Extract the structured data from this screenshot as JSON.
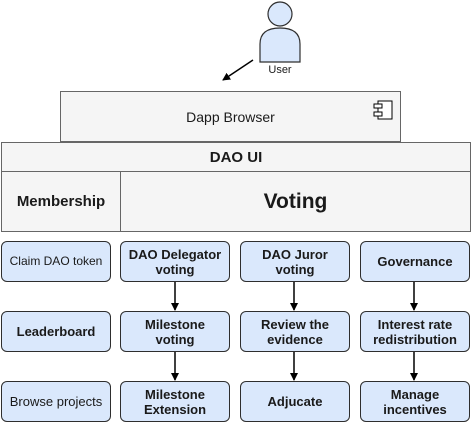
{
  "user": {
    "label": "User"
  },
  "dapp_browser": {
    "label": "Dapp Browser",
    "icon": "component-icon"
  },
  "dao_ui": {
    "label": "DAO UI"
  },
  "sections": {
    "membership": "Membership",
    "voting": "Voting"
  },
  "membership_items": [
    "Claim DAO token",
    "Leaderboard",
    "Browse projects"
  ],
  "voting_columns": [
    {
      "items": [
        "DAO Delegator voting",
        "Milestone voting",
        "Milestone Extension"
      ]
    },
    {
      "items": [
        "DAO Juror voting",
        "Review the evidence",
        "Adjucate"
      ]
    },
    {
      "items": [
        "Governance",
        "Interest rate redistribution",
        "Manage incentives"
      ]
    }
  ],
  "colors": {
    "node_fill": "#dae8fc",
    "container_fill": "#f5f5f5",
    "actor_fill": "#dae8fc"
  }
}
